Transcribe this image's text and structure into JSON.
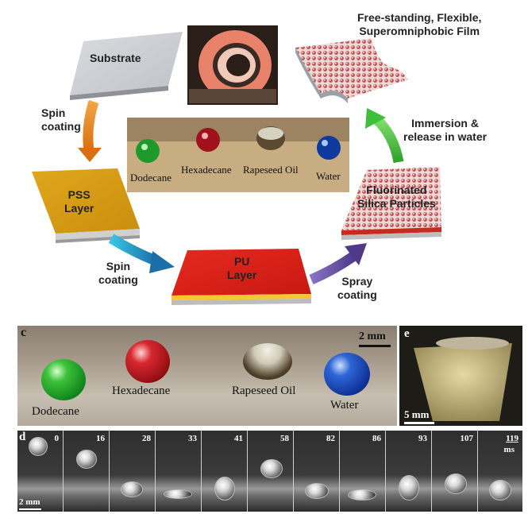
{
  "diagram": {
    "substrate_label": "Substrate",
    "step1_label": "Spin\ncoating",
    "pss_label": "PSS\nLayer",
    "step2_label": "Spin\ncoating",
    "pu_label": "PU\nLayer",
    "step3_label": "Spray\ncoating",
    "silica_label": "Fluorinated\nSilica Particles",
    "step4_label": "Immersion &\nrelease in water",
    "film_label": "Free-standing, Flexible,\nSuperomniphobic Film",
    "inset_drops": [
      "Dodecane",
      "Hexadecane",
      "Rapeseed Oil",
      "Water"
    ],
    "colors": {
      "orange_arrow": "#e8871e",
      "teal_arrow": "#1fa7c8",
      "purple_arrow": "#6a4a9c",
      "green_arrow": "#3dbf3a"
    }
  },
  "panel_c": {
    "letter": "c",
    "scale": "2 mm",
    "drops": [
      "Dodecane",
      "Hexadecane",
      "Rapeseed Oil",
      "Water"
    ]
  },
  "panel_e": {
    "letter": "e",
    "scale": "5 mm"
  },
  "panel_d": {
    "letter": "d",
    "scale": "2 mm",
    "unit": "ms",
    "times": [
      "0",
      "16",
      "28",
      "33",
      "41",
      "58",
      "82",
      "86",
      "93",
      "107",
      "119"
    ]
  }
}
